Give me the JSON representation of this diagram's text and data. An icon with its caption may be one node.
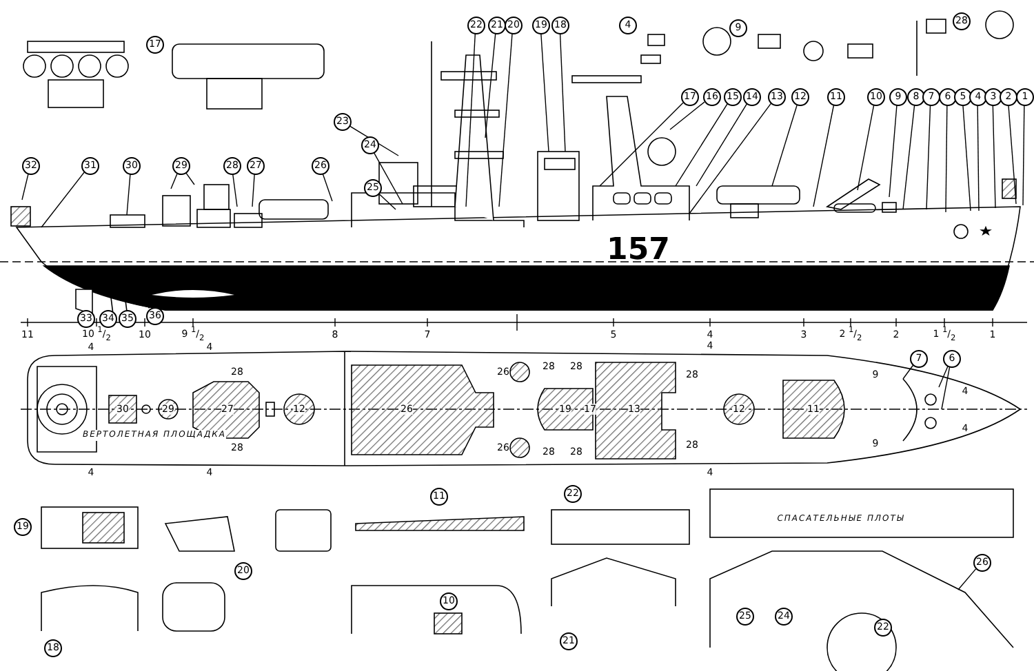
{
  "diagram": {
    "nodes": [
      {
        "text": [
          "17"
        ]
      },
      {
        "text": [
          "22"
        ]
      },
      {
        "text": [
          "21"
        ]
      },
      {
        "text": [
          "20"
        ]
      },
      {
        "text": [
          "19"
        ]
      },
      {
        "text": [
          "18"
        ]
      },
      {
        "text": [
          "4"
        ]
      },
      {
        "text": [
          "9"
        ]
      },
      {
        "text": [
          "28"
        ]
      },
      {
        "text": [
          "17"
        ]
      },
      {
        "text": [
          "16"
        ]
      },
      {
        "text": [
          "15"
        ]
      },
      {
        "text": [
          "14"
        ]
      },
      {
        "text": [
          "13"
        ]
      },
      {
        "text": [
          "12"
        ]
      },
      {
        "text": [
          "11"
        ]
      },
      {
        "text": [
          "10"
        ]
      },
      {
        "text": [
          "9"
        ]
      },
      {
        "text": [
          "8"
        ]
      },
      {
        "text": [
          "7"
        ]
      },
      {
        "text": [
          "6"
        ]
      },
      {
        "text": [
          "5"
        ]
      },
      {
        "text": [
          "4"
        ]
      },
      {
        "text": [
          "3"
        ]
      },
      {
        "text": [
          "2"
        ]
      },
      {
        "text": [
          "1"
        ]
      },
      {
        "text": [
          "23"
        ]
      },
      {
        "text": [
          "24"
        ]
      },
      {
        "text": [
          "32"
        ]
      },
      {
        "text": [
          "31"
        ]
      },
      {
        "text": [
          "30"
        ]
      },
      {
        "text": [
          "29"
        ]
      },
      {
        "text": [
          "28"
        ]
      },
      {
        "text": [
          "27"
        ]
      },
      {
        "text": [
          "26"
        ]
      },
      {
        "text": [
          "25"
        ]
      },
      {
        "text": [
          "33"
        ]
      },
      {
        "text": [
          "34"
        ]
      },
      {
        "text": [
          "35"
        ]
      },
      {
        "text": [
          "36"
        ]
      },
      {
        "text": [
          "7"
        ]
      },
      {
        "text": [
          "6"
        ]
      },
      {
        "text": [
          "19"
        ]
      },
      {
        "text": [
          "20"
        ]
      },
      {
        "text": [
          "11"
        ]
      },
      {
        "text": [
          "22"
        ]
      },
      {
        "text": [
          "18"
        ]
      },
      {
        "text": [
          "10"
        ]
      },
      {
        "text": [
          "21"
        ]
      },
      {
        "text": [
          "26"
        ]
      },
      {
        "text": [
          "25"
        ]
      },
      {
        "text": [
          "24"
        ]
      },
      {
        "text": [
          "22"
        ]
      }
    ],
    "edges": [
      {
        "from": 1,
        "to": null,
        "arrow": "none"
      },
      {
        "from": 2,
        "to": null,
        "arrow": "none"
      },
      {
        "from": 3,
        "to": null,
        "arrow": "none"
      },
      {
        "from": 4,
        "to": null,
        "arrow": "none"
      },
      {
        "from": 5,
        "to": null,
        "arrow": "none"
      },
      {
        "from": 9,
        "to": null,
        "arrow": "none"
      },
      {
        "from": 10,
        "to": null,
        "arrow": "none"
      },
      {
        "from": 11,
        "to": null,
        "arrow": "none"
      },
      {
        "from": 12,
        "to": null,
        "arrow": "none"
      },
      {
        "from": 13,
        "to": null,
        "arrow": "none"
      },
      {
        "from": 14,
        "to": null,
        "arrow": "none"
      },
      {
        "from": 15,
        "to": null,
        "arrow": "none"
      },
      {
        "from": 16,
        "to": null,
        "arrow": "none"
      },
      {
        "from": 17,
        "to": null,
        "arrow": "none"
      },
      {
        "from": 18,
        "to": null,
        "arrow": "none"
      },
      {
        "from": 19,
        "to": null,
        "arrow": "none"
      },
      {
        "from": 20,
        "to": null,
        "arrow": "none"
      },
      {
        "from": 21,
        "to": null,
        "arrow": "none"
      },
      {
        "from": 22,
        "to": null,
        "arrow": "none"
      },
      {
        "from": 23,
        "to": null,
        "arrow": "none"
      },
      {
        "from": 24,
        "to": null,
        "arrow": "none"
      },
      {
        "from": 25,
        "to": null,
        "arrow": "none"
      },
      {
        "from": 26,
        "to": null,
        "arrow": "none"
      },
      {
        "from": 27,
        "to": null,
        "arrow": "none"
      },
      {
        "from": 28,
        "to": null,
        "arrow": "none"
      },
      {
        "from": 29,
        "to": null,
        "arrow": "none"
      },
      {
        "from": 30,
        "to": null,
        "arrow": "none"
      },
      {
        "from": 31,
        "to": null,
        "arrow": "none"
      },
      {
        "from": 31,
        "to": null,
        "arrow": "none"
      },
      {
        "from": 32,
        "to": null,
        "arrow": "none"
      },
      {
        "from": 33,
        "to": null,
        "arrow": "none"
      },
      {
        "from": 34,
        "to": null,
        "arrow": "none"
      },
      {
        "from": 35,
        "to": null,
        "arrow": "none"
      },
      {
        "from": 39,
        "to": null,
        "arrow": "none"
      },
      {
        "from": 40,
        "to": null,
        "arrow": "none"
      },
      {
        "from": 41,
        "to": null,
        "arrow": "none"
      },
      {
        "from": 41,
        "to": null,
        "arrow": "none"
      },
      {
        "from": 49,
        "to": null,
        "arrow": "none"
      }
    ],
    "labels": [
      "157",
      "11",
      "10 $^{1}$/$_{2}$",
      "10",
      "9 $^{1}$/$_{2}$",
      "8",
      "7",
      "5",
      "4",
      "3",
      "2 $^{1}$/$_{2}$",
      "2",
      "1 $^{1}$/$_{2}$",
      "1",
      "4",
      "4",
      "4",
      "4",
      "28",
      "28",
      "30",
      "29",
      "27",
      "12",
      "26",
      "26",
      "26",
      "28",
      "28",
      "28",
      "28",
      "19",
      "17",
      "13",
      "28",
      "28",
      "4",
      "4",
      "12",
      "11",
      "9",
      "9",
      "4",
      "4",
      "ВЕРТОЛЕТНАЯ ПЛОЩАДКА",
      "СПАСАТЕЛЬНЫЕ ПЛОТЫ"
    ]
  }
}
